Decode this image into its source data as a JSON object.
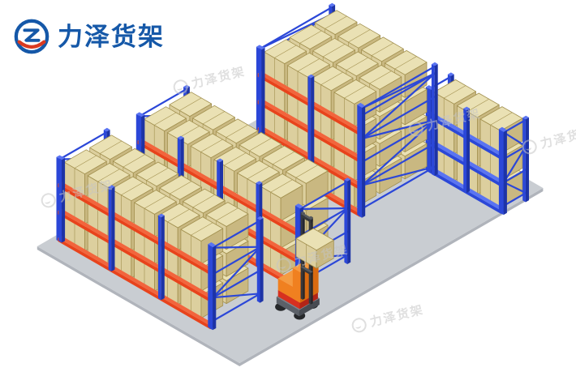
{
  "brand": {
    "name": "力泽货架",
    "blue": "#1558a8",
    "red": "#d93a20"
  },
  "watermark": {
    "text": "力泽货架"
  },
  "scene": {
    "description": "Isometric warehouse illustration: blue pallet-racking uprights, red beams, tan cartons stacked on three-to-four levels, orange reach-truck forklift on a grey floor",
    "colors": {
      "floor": "#c9cdd2",
      "floor_edge": "#b0b4bb",
      "box_top": "#eae1b4",
      "box_left": "#dccf9e",
      "box_right": "#c9b881",
      "box_edge": "#a2904f",
      "beam_red": "#e8431c",
      "beam_red_dark": "#c23314",
      "beam_red_top": "#f2653d",
      "upright_blue": "#2b47d8",
      "upright_blue_dark": "#1d33a6",
      "upright_blue_light": "#5a74f2",
      "forklift_orange": "#f08020",
      "forklift_orange_dark": "#d96a10",
      "forklift_orange_top": "#f59b42",
      "forklift_red": "#d7301f",
      "mast_dark": "#35383d",
      "wheel": "#26282b"
    }
  }
}
